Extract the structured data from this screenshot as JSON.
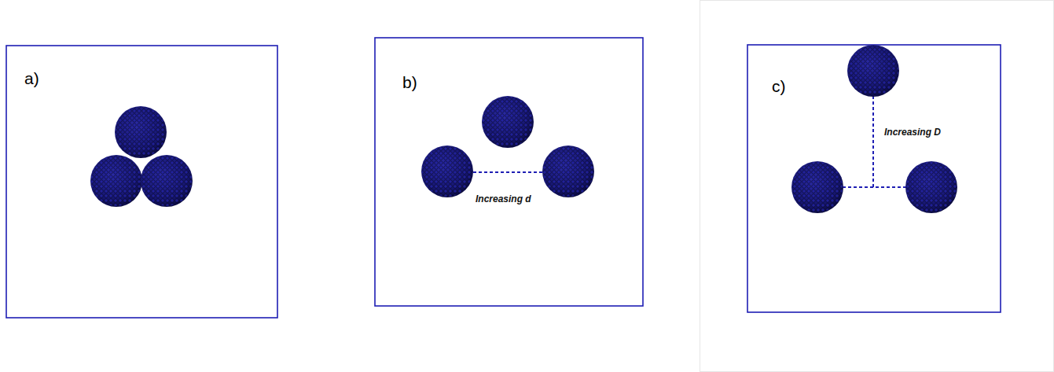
{
  "diagram": {
    "labels": [
      "a)",
      "b)",
      "Increasing d",
      "c)",
      "Increasing D"
    ]
  }
}
